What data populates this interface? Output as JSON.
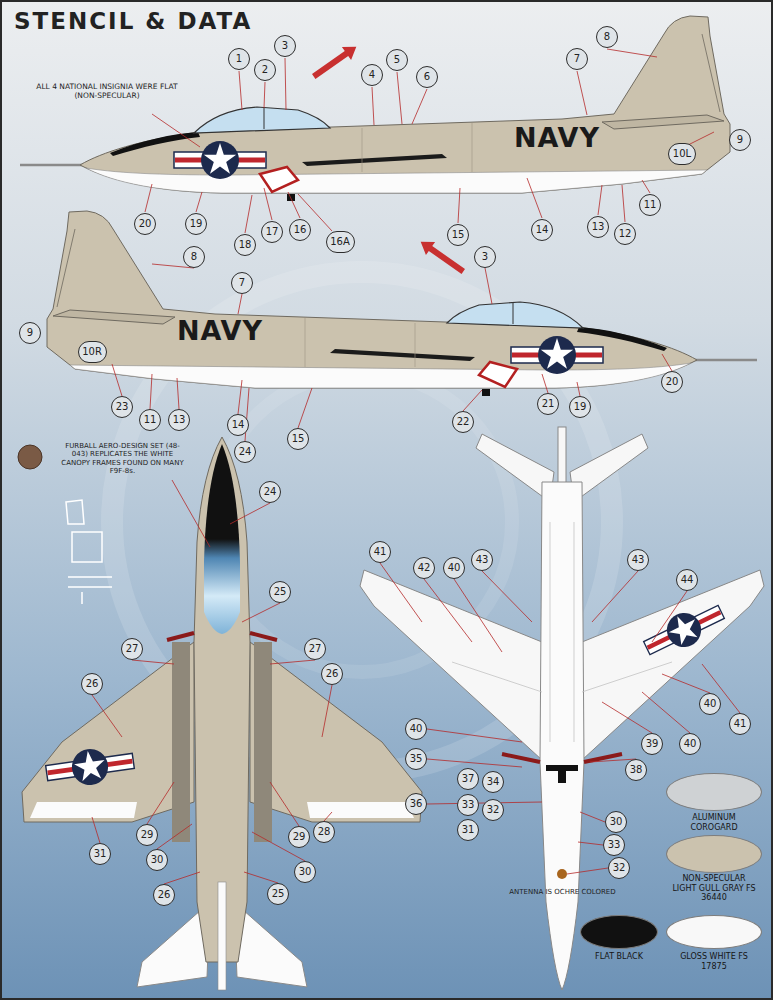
{
  "diagram": {
    "title": "STENCIL & DATA",
    "labels": [
      "ALL 4 NATIONAL INSIGNIA WERE FLAT (NON-SPECULAR)",
      "1",
      "2",
      "3",
      "4",
      "5",
      "6",
      "7",
      "8",
      "9",
      "10L",
      "NAVY",
      "20",
      "19",
      "18",
      "17",
      "16",
      "16A",
      "15",
      "14",
      "13",
      "12",
      "11",
      "8",
      "7",
      "3",
      "9",
      "10R",
      "NAVY",
      "23",
      "11",
      "13",
      "14",
      "24",
      "15",
      "22",
      "21",
      "19",
      "20",
      "FURBALL AERO-DESIGN SET (48-043) REPLICATES THE WHITE CANOPY FRAMES FOUND ON MANY F9F-8s.",
      "24",
      "25",
      "27",
      "26",
      "27",
      "26",
      "31",
      "29",
      "30",
      "26",
      "29",
      "28",
      "30",
      "25",
      "41",
      "42",
      "40",
      "43",
      "43",
      "44",
      "40",
      "41",
      "40",
      "39",
      "38",
      "40",
      "35",
      "36",
      "37",
      "34",
      "33",
      "32",
      "31",
      "30",
      "33",
      "32",
      "ANTENNA IS OCHRE COLORED"
    ],
    "legend": [
      {
        "text": "ALUMINUM COROGARD",
        "color": "#cfd2d4"
      },
      {
        "text": "NON-SPECULAR LIGHT GULL GRAY FS 36440",
        "color": "#cbc2ae"
      },
      {
        "text": "FLAT BLACK",
        "color": "#111111"
      },
      {
        "text": "GLOSS WHITE FS 17875",
        "color": "#f8f8f8"
      }
    ]
  }
}
